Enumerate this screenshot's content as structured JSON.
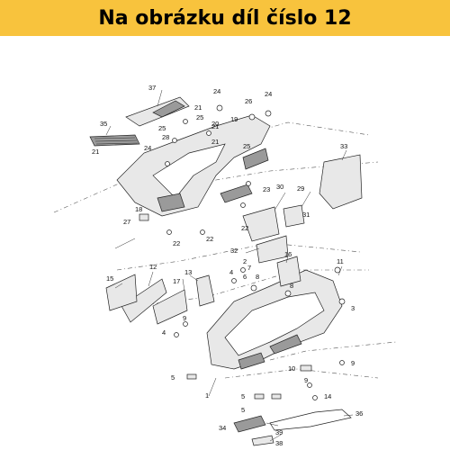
{
  "banner": {
    "title": "Na obrázku díl číslo 12"
  },
  "callouts": {
    "c1": "1",
    "c2": "2",
    "c3": "3",
    "c4a": "4",
    "c4b": "4",
    "c5a": "5",
    "c5b": "5",
    "c5c": "5",
    "c6": "6",
    "c7": "7",
    "c8a": "8",
    "c8b": "8",
    "c9a": "9",
    "c9b": "9",
    "c9c": "9",
    "c10": "10",
    "c11": "11",
    "c12": "12",
    "c13": "13",
    "c14": "14",
    "c15": "15",
    "c16": "16",
    "c17": "17",
    "c18": "18",
    "c19": "19",
    "c20": "20",
    "c21a": "21",
    "c21b": "21",
    "c21c": "21",
    "c21d": "21",
    "c22a": "22",
    "c22b": "22",
    "c22c": "22",
    "c23": "23",
    "c24a": "24",
    "c24b": "24",
    "c24c": "24",
    "c25a": "25",
    "c25b": "25",
    "c25c": "25",
    "c26": "26",
    "c27": "27",
    "c28": "28",
    "c29": "29",
    "c30": "30",
    "c31": "31",
    "c32": "32",
    "c33": "33",
    "c34": "34",
    "c35": "35",
    "c36": "36",
    "c37": "37",
    "c38": "38",
    "c39": "39"
  },
  "colors": {
    "banner_bg": "#f8c33d",
    "line": "#333333"
  }
}
